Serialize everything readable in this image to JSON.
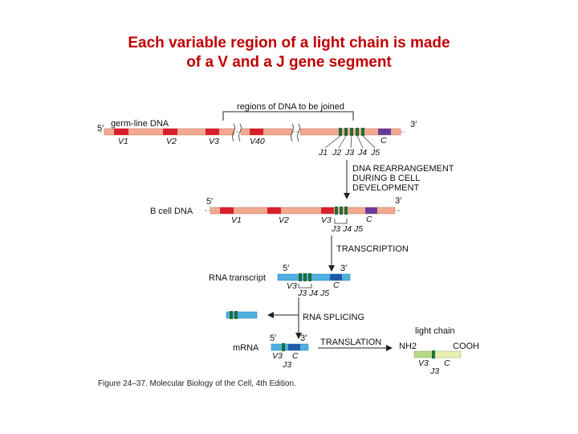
{
  "title": {
    "line1": "Each variable region of a light chain is made",
    "line2": "of a V and a J gene segment"
  },
  "diagram": {
    "regions_label": "regions of DNA to be joined",
    "germline": {
      "label": "germ-line DNA",
      "five_prime": "5′",
      "three_prime": "3′",
      "v_segments": [
        "V1",
        "V2",
        "V3",
        "V40"
      ],
      "j_segments": [
        "J1",
        "J2",
        "J3",
        "J4",
        "J5"
      ],
      "c_segment": "C"
    },
    "step_rearrangement": [
      "DNA REARRANGEMENT",
      "DURING B CELL",
      "DEVELOPMENT"
    ],
    "bcell": {
      "label": "B cell DNA",
      "five_prime": "5′",
      "three_prime": "3′",
      "v_segments": [
        "V1",
        "V2",
        "V3"
      ],
      "c_segment": "C",
      "j_label": "J3 J4 J5"
    },
    "step_transcription": "TRANSCRIPTION",
    "rna": {
      "label": "RNA transcript",
      "five_prime": "5′",
      "three_prime": "3′",
      "v_label": "V3",
      "c_label": "C",
      "j_label": "J3 J4 J5"
    },
    "step_splicing": "RNA SPLICING",
    "mrna": {
      "label": "mRNA",
      "five_prime": "5′",
      "three_prime": "3′",
      "v_label": "V3",
      "c_label": "C",
      "j_label": "J3"
    },
    "step_translation": "TRANSLATION",
    "protein": {
      "label": "light chain",
      "nh2": "NH2",
      "cooh": "COOH",
      "v_label": "V3",
      "c_label": "C",
      "j_label": "J3"
    },
    "caption": "Figure 24–37. Molecular Biology of the Cell, 4th Edition."
  },
  "colors": {
    "title": "#c00000",
    "dna": "#f2a98f",
    "v_segment": "#d8202c",
    "j_segment": "#1f6e3a",
    "c_segment": "#6a3a9a",
    "rna": "#4fb0e0",
    "rna_c": "#1e5aa8",
    "protein_v": "#b6d98a",
    "protein_c": "#e8efb0"
  }
}
